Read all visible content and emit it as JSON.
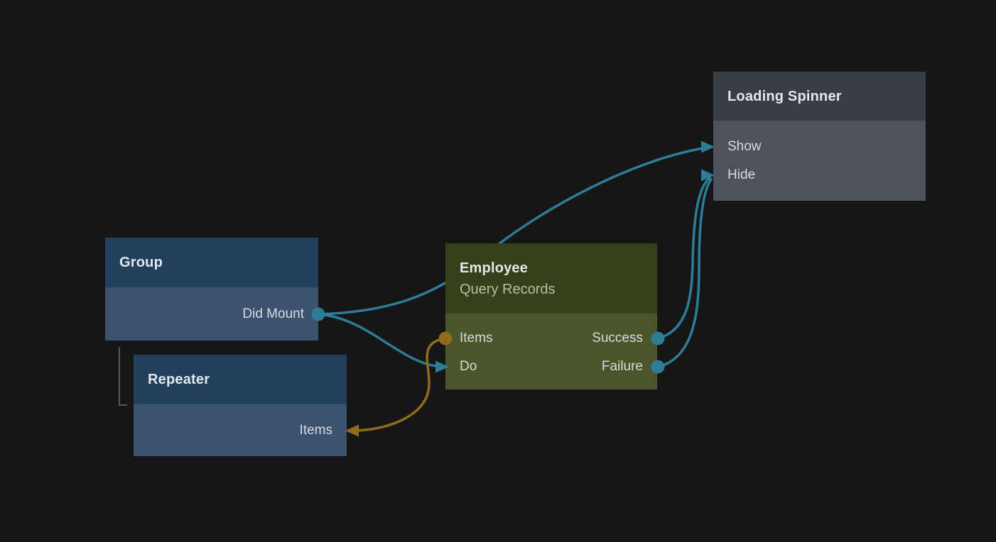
{
  "app": {
    "kind": "visual-flow-editor-canvas",
    "background_color": "#161616"
  },
  "palette": {
    "teal": "#2d7d98",
    "orange": "#8e6c1e",
    "hierarchy_line": "#6f6f6f",
    "blue_header": "#21405d",
    "blue_body": "#3c536f",
    "olive_header": "#364019",
    "olive_body": "#4b552a",
    "gray_header": "#383d47",
    "gray_body": "#4d525c"
  },
  "nodes": {
    "group": {
      "title": "Group",
      "ports": [
        {
          "label": "Did Mount",
          "side": "output",
          "connector": "teal-dot"
        }
      ]
    },
    "repeater": {
      "title": "Repeater",
      "ports": [
        {
          "label": "Items",
          "side": "input",
          "connector": "orange-arrow"
        }
      ]
    },
    "employee": {
      "title": "Employee",
      "subtitle": "Query Records",
      "ports": [
        {
          "label": "Items",
          "side": "input",
          "connector": "orange-dot"
        },
        {
          "label": "Do",
          "side": "input",
          "connector": "teal-arrow"
        },
        {
          "label": "Success",
          "side": "output",
          "connector": "teal-dot"
        },
        {
          "label": "Failure",
          "side": "output",
          "connector": "teal-dot"
        }
      ]
    },
    "spinner": {
      "title": "Loading Spinner",
      "ports": [
        {
          "label": "Show",
          "side": "input",
          "connector": "teal-arrow"
        },
        {
          "label": "Hide",
          "side": "input",
          "connector": "teal-arrow"
        }
      ]
    }
  },
  "edges": [
    {
      "from": "group.did-mount",
      "to": "spinner.show",
      "color": "#2d7d98"
    },
    {
      "from": "group.did-mount",
      "to": "employee.do",
      "color": "#2d7d98"
    },
    {
      "from": "employee.items",
      "to": "repeater.items",
      "color": "#8e6c1e"
    },
    {
      "from": "employee.success",
      "to": "spinner.hide",
      "color": "#2d7d98"
    },
    {
      "from": "employee.failure",
      "to": "spinner.hide",
      "color": "#2d7d98"
    }
  ],
  "hierarchy": {
    "parent": "group",
    "child": "repeater"
  }
}
